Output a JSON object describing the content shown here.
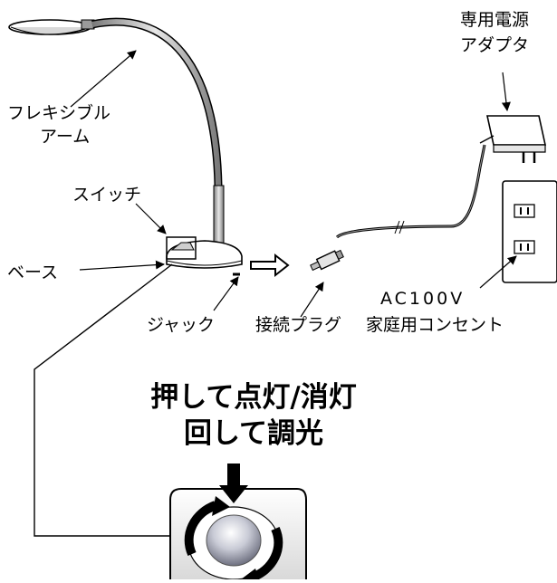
{
  "labels": {
    "flexible_arm": [
      "フレキシブル",
      "アーム"
    ],
    "switch": "スイッチ",
    "base": "ベース",
    "jack": "ジャック",
    "plug": "接続プラグ",
    "adapter": [
      "専用電源",
      "アダプタ"
    ],
    "outlet_voltage": "AC100V",
    "outlet": "家庭用コンセント"
  },
  "instruction": {
    "line1": "押して点灯/消灯",
    "line2": "回して調光"
  },
  "icons": [
    "arrow-right-outline-icon",
    "press-down-arrow-icon",
    "rotate-arrows-icon"
  ],
  "colors": {
    "line": "#000000",
    "metal": "#b8b8b8",
    "outlet": "#ffffff"
  }
}
